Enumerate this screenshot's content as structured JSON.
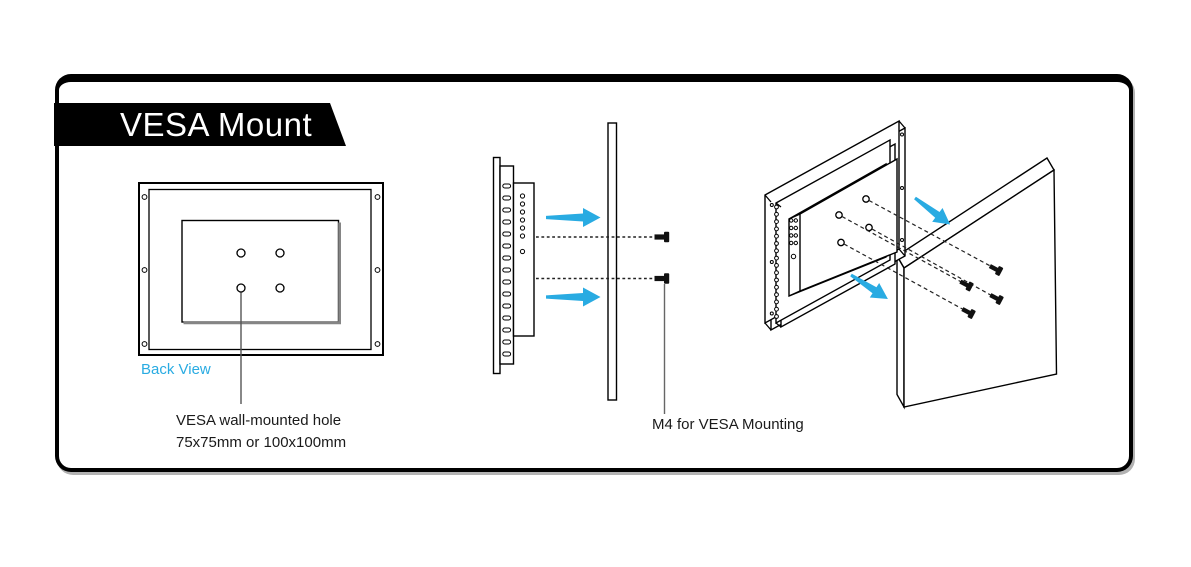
{
  "banner": {
    "label": "VESA Mount",
    "bg": "#000000",
    "text_color": "#ffffff"
  },
  "colors": {
    "accent": "#29ABE2",
    "line": "#000000",
    "panel_border": "#000000",
    "plate_shadow": "#858585",
    "screw": "#111111"
  },
  "back_view": {
    "caption": "Back View",
    "annotation_line1": "VESA wall-mounted hole",
    "annotation_line2": "75x75mm or 100x100mm",
    "vesa_hole_count": 4,
    "bezel_hole_count": 6
  },
  "side_view": {
    "annotation": "M4 for VESA Mounting",
    "screw_count": 2,
    "arrow_count": 2
  },
  "exploded_view": {
    "screw_count": 4,
    "arrow_count": 2,
    "vesa_hole_count": 4
  }
}
